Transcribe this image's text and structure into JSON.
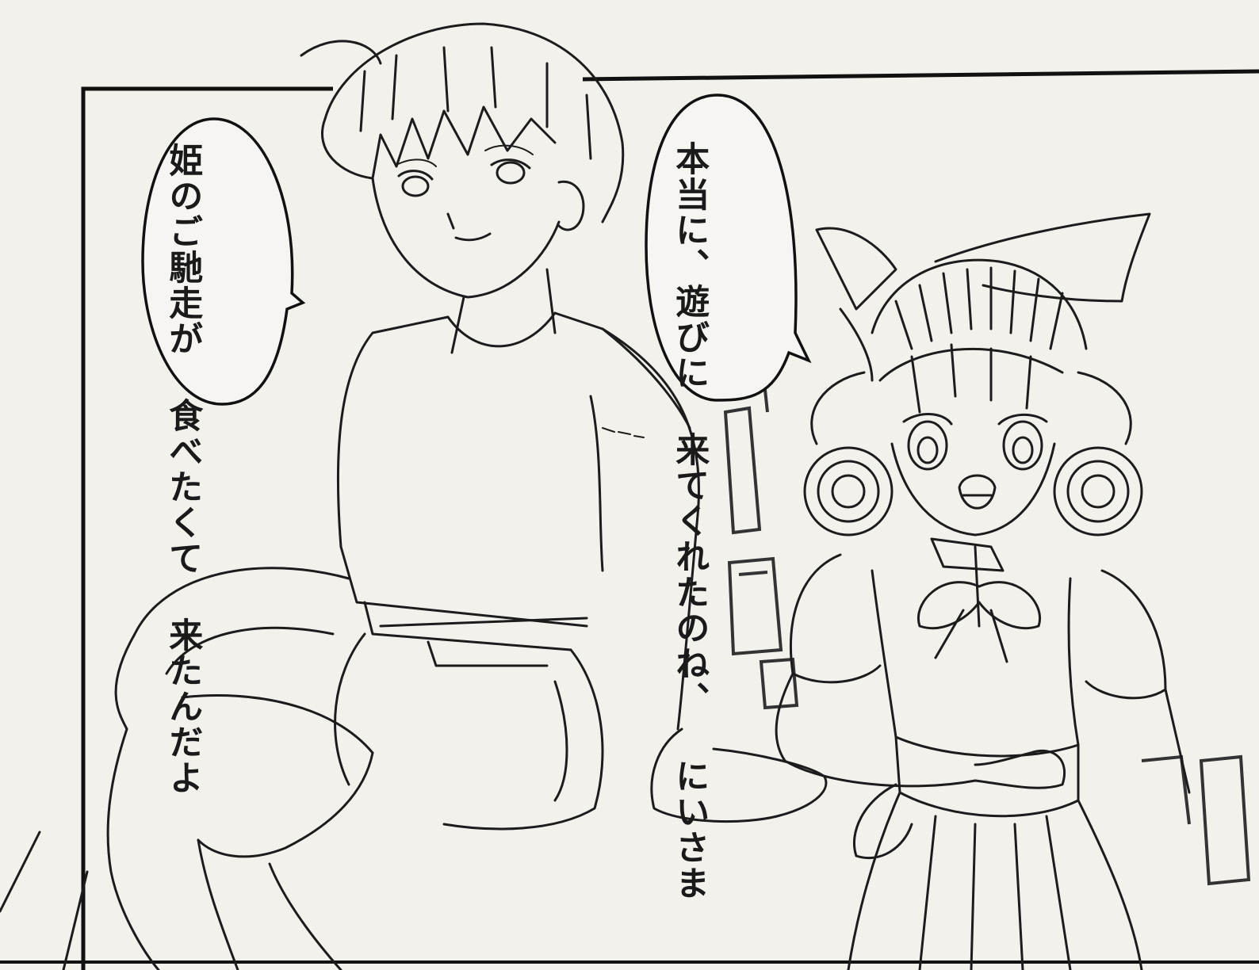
{
  "bubbles": {
    "left": {
      "lines": [
        "姫のご馳走が",
        "食べたくて",
        "来たんだよ"
      ]
    },
    "right": {
      "lines": [
        "本当に、遊びに",
        "来てくれたのね、",
        "にいさま"
      ]
    }
  },
  "colors": {
    "paper": "#f3f1ec",
    "ink": "#1a1a1a",
    "panel_border": "#111111"
  }
}
